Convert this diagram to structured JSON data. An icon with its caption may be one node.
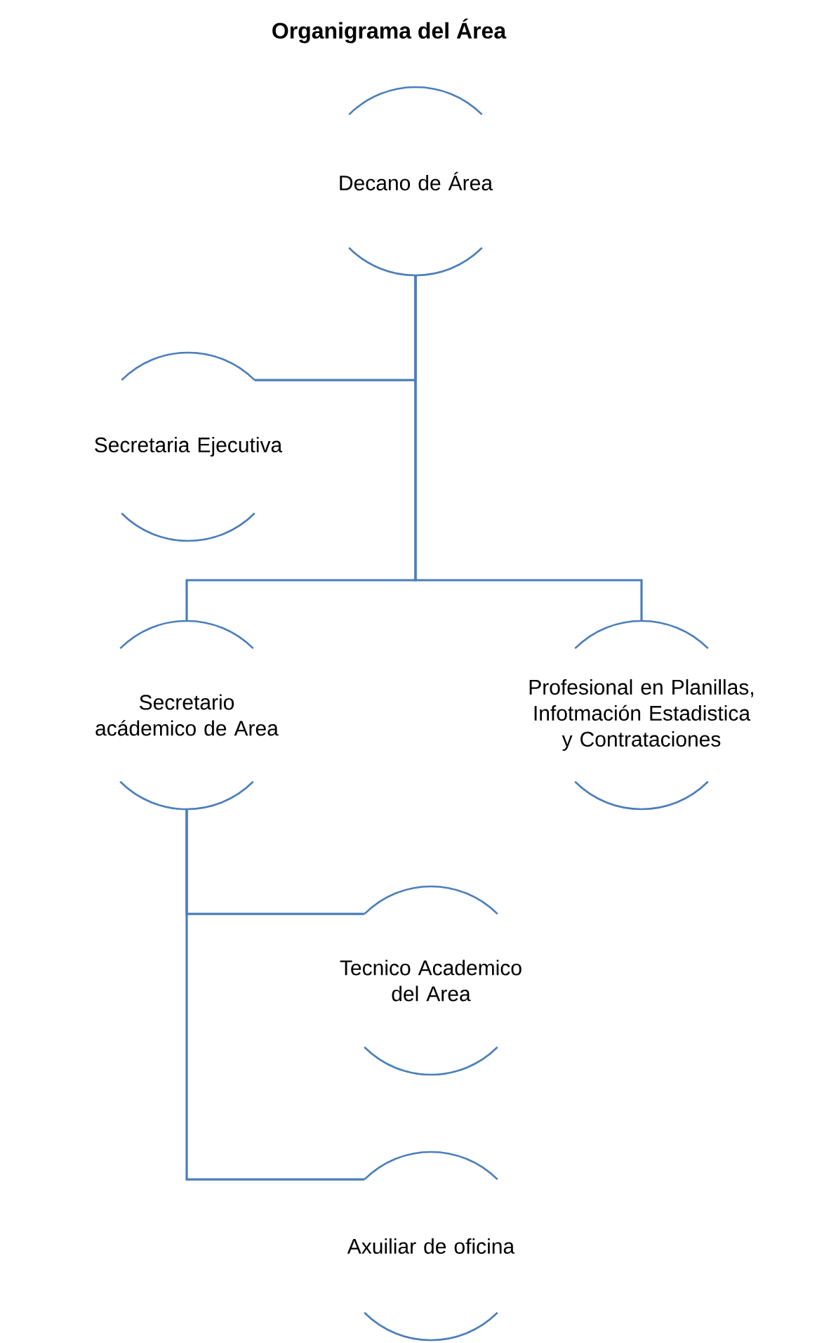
{
  "diagram": {
    "title": "Organigrama del Área",
    "nodes": [
      {
        "text": [
          "Decano de Área"
        ]
      },
      {
        "text": [
          "Secretaria Ejecutiva"
        ]
      },
      {
        "text": [
          "Secretario acádemico de Area"
        ]
      },
      {
        "text": [
          "Profesional en Planillas, Infotmación Estadistica y Contrataciones"
        ]
      },
      {
        "text": [
          "Tecnico Academico del Area"
        ]
      },
      {
        "text": [
          "Axuiliar de oficina"
        ]
      }
    ],
    "edges": [
      {
        "from": 0,
        "to": 1,
        "arrow": "none"
      },
      {
        "from": 0,
        "to": 2,
        "arrow": "none"
      },
      {
        "from": 0,
        "to": 3,
        "arrow": "none"
      },
      {
        "from": 2,
        "to": 4,
        "arrow": "none"
      },
      {
        "from": 2,
        "to": 5,
        "arrow": "none"
      }
    ]
  }
}
